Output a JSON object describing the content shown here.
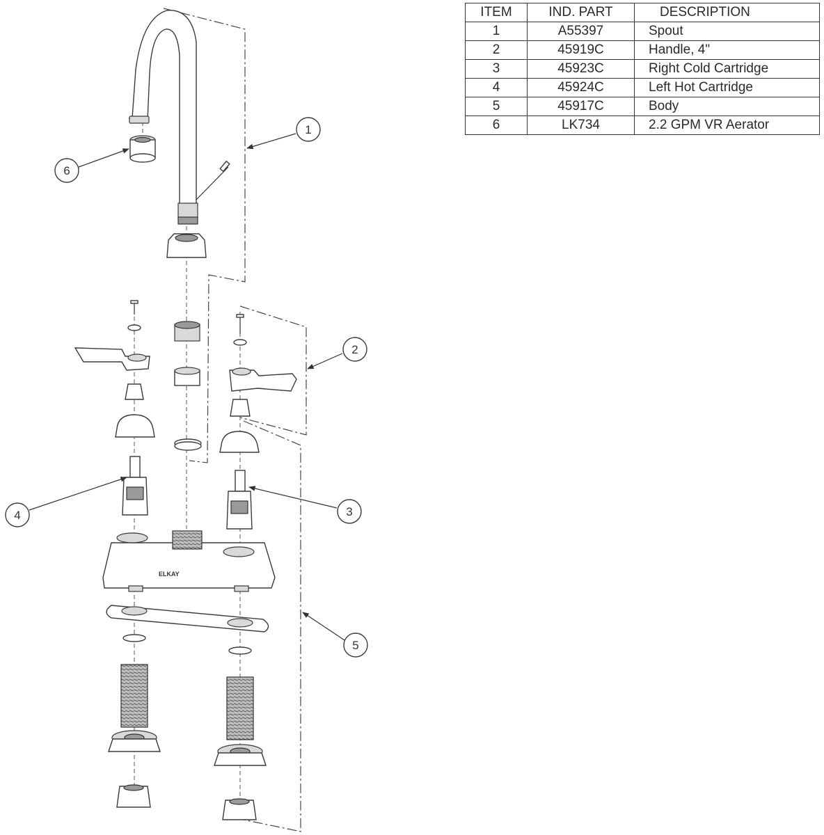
{
  "parts_table": {
    "headers": [
      "ITEM",
      "IND. PART",
      "DESCRIPTION"
    ],
    "rows": [
      {
        "item": "1",
        "part": "A55397",
        "description": "Spout"
      },
      {
        "item": "2",
        "part": "45919C",
        "description": "Handle, 4\""
      },
      {
        "item": "3",
        "part": "45923C",
        "description": "Right Cold Cartridge"
      },
      {
        "item": "4",
        "part": "45924C",
        "description": "Left Hot Cartridge"
      },
      {
        "item": "5",
        "part": "45917C",
        "description": "Body"
      },
      {
        "item": "6",
        "part": "LK734",
        "description": "2.2 GPM VR Aerator"
      }
    ]
  },
  "diagram": {
    "callouts": [
      "1",
      "2",
      "3",
      "4",
      "5",
      "6"
    ],
    "body_logo": "ELKAY"
  }
}
